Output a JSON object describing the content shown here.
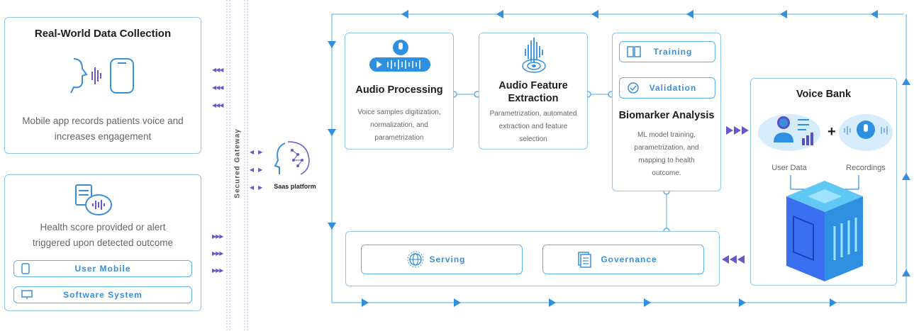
{
  "collection": {
    "title": "Real-World Data Collection",
    "desc_line1": "Mobile app records patients voice and",
    "desc_line2": "increases engagement"
  },
  "health": {
    "desc_line1": "Health score provided  or alert",
    "desc_line2": "triggered upon  detected outcome",
    "user_mobile": "User Mobile",
    "software_system": "Software System"
  },
  "gateway": {
    "label": "Secured Gateway",
    "saas_label": "Saas platform"
  },
  "audio_processing": {
    "title": "Audio Processing",
    "desc_line1": "Voice samples digitization,",
    "desc_line2": "normalization, and",
    "desc_line3": "parametrization"
  },
  "feature_extraction": {
    "title_line1": "Audio Feature",
    "title_line2": "Extraction",
    "desc_line1": "Parametrization, automated",
    "desc_line2": "extraction and feature",
    "desc_line3": "selection"
  },
  "biomarker": {
    "training": "Training",
    "validation": "Validation",
    "title": "Biomarker Analysis",
    "desc_line1": "ML model training,",
    "desc_line2": "parametrization, and",
    "desc_line3": "mapping to health",
    "desc_line4": "outcome."
  },
  "deploy": {
    "serving": "Serving",
    "governance": "Governance"
  },
  "voice_bank": {
    "title": "Voice Bank",
    "user_data": "User Data",
    "recordings": "Recordings"
  },
  "colors": {
    "accent_blue": "#3a8fd6",
    "flow_blue": "#2f8fe0",
    "purple": "#6a57c9",
    "border": "#8fc6ee"
  }
}
